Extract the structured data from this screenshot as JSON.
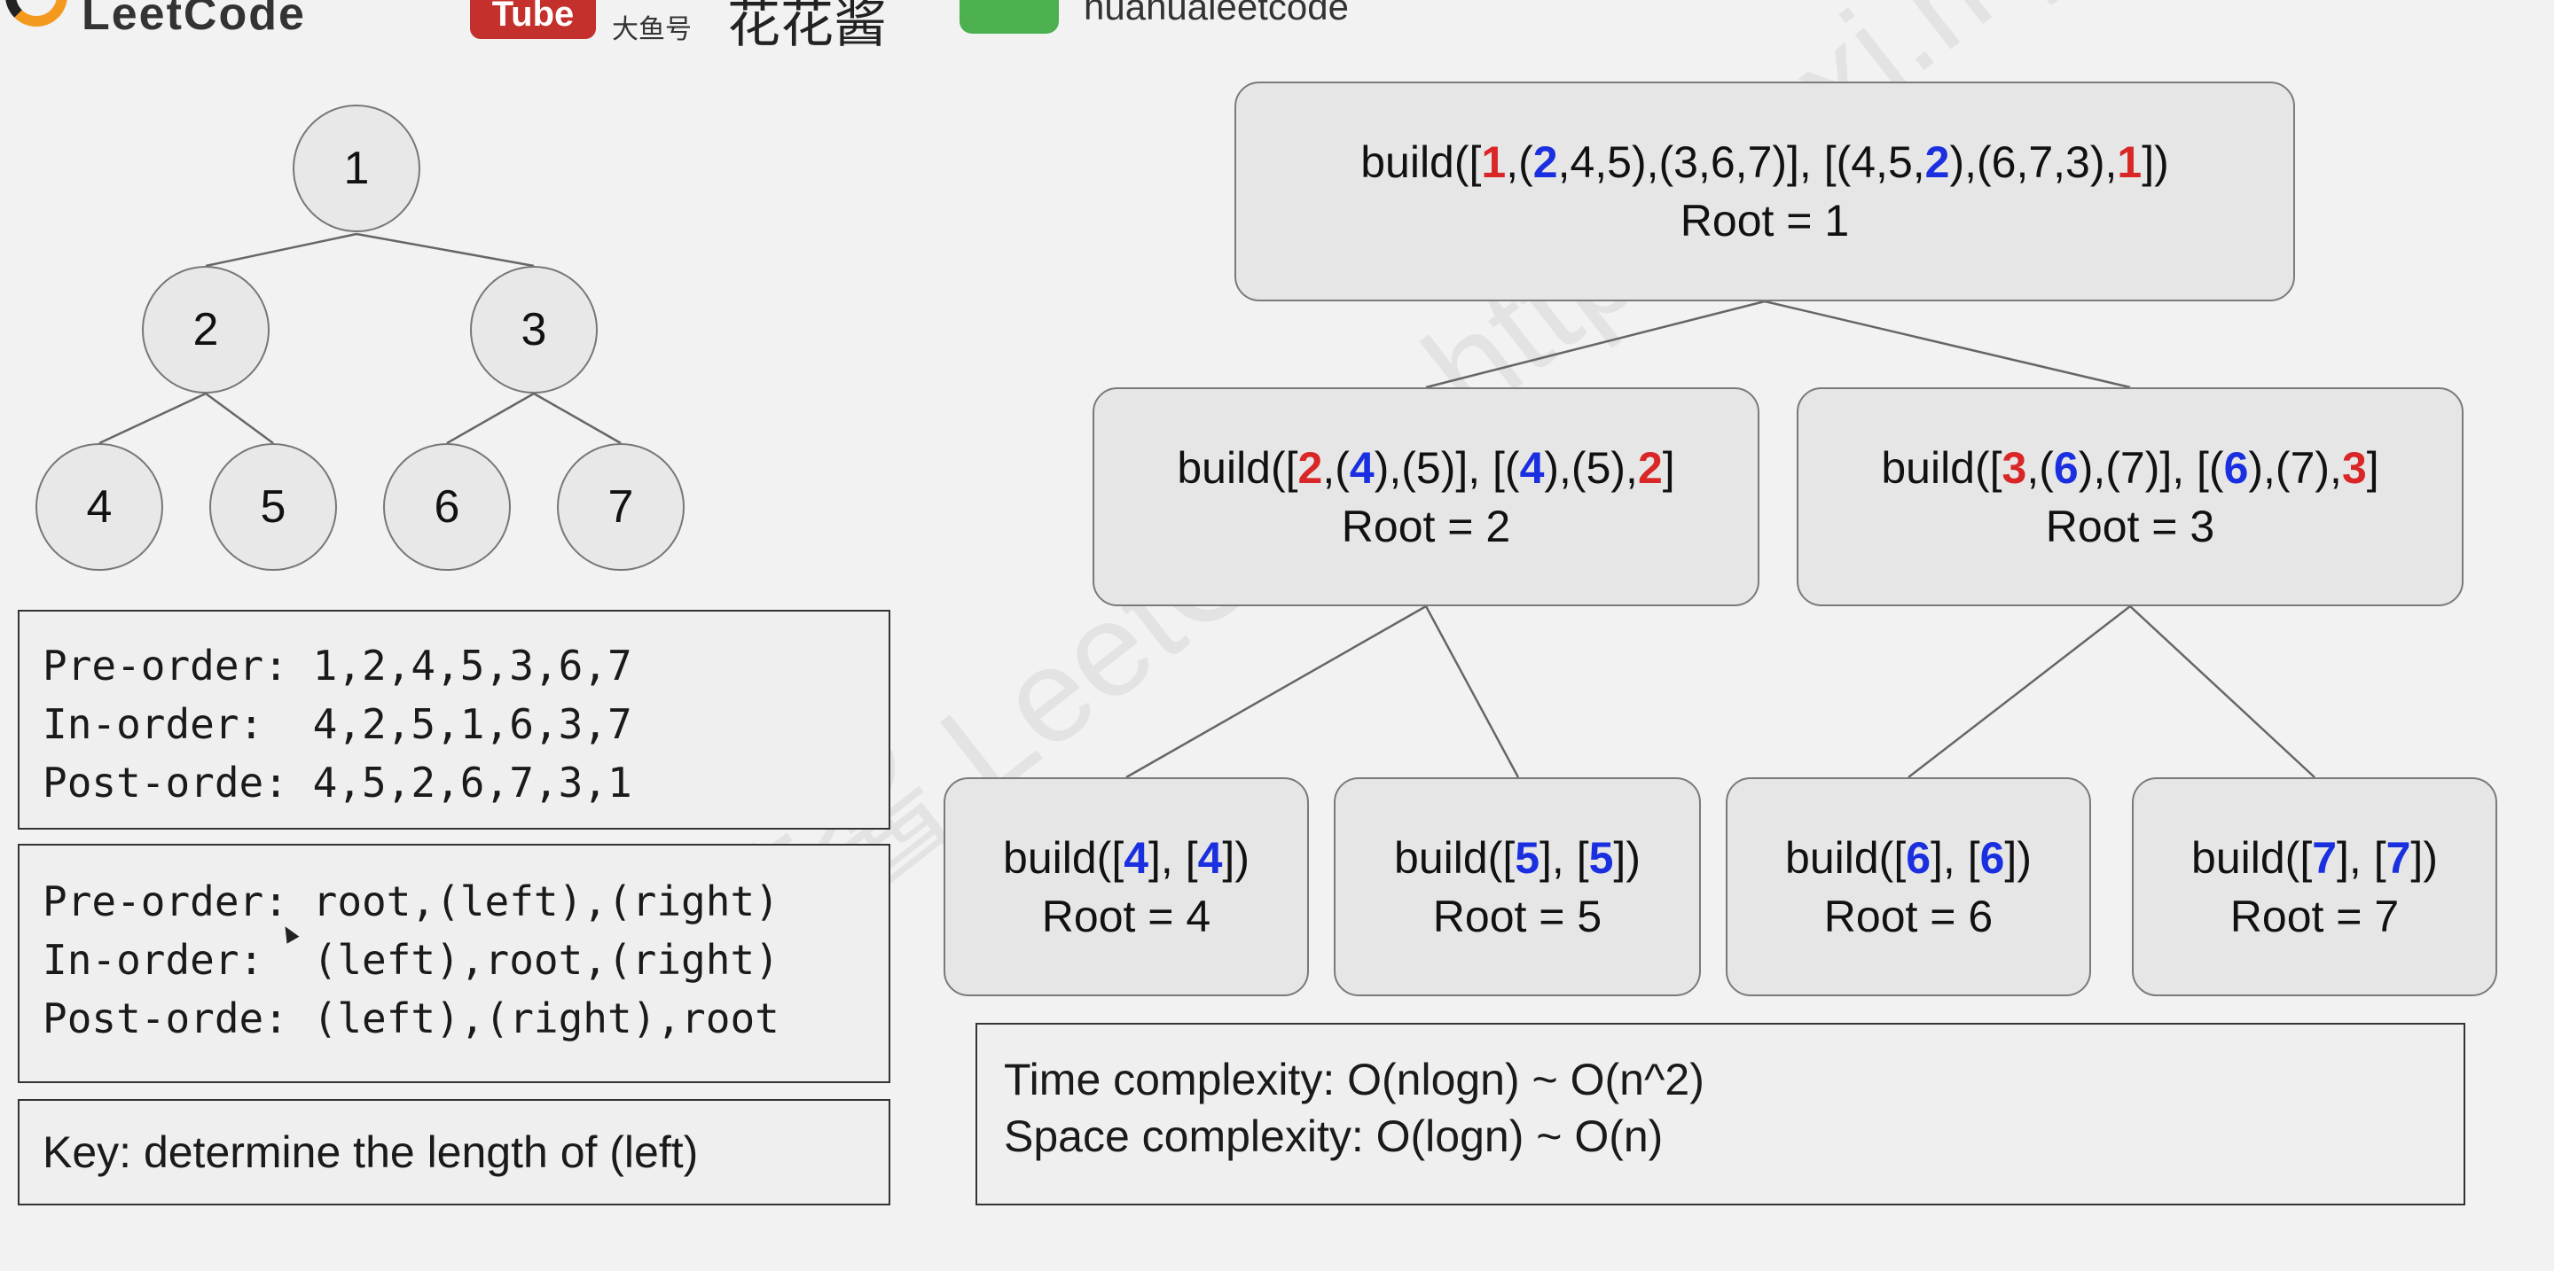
{
  "topbar": {
    "brand": "LeetCode",
    "youtube_label": "Tube",
    "douyu_label": "大鱼号",
    "channel_name": "花花酱",
    "handle": "huahualeetcode"
  },
  "watermark": "花花酱 LeetCode https://zxi.mytechroad.com/blog",
  "tree": {
    "nodes": [
      "1",
      "2",
      "3",
      "4",
      "5",
      "6",
      "7"
    ]
  },
  "traversals": {
    "pre": "Pre-order: 1,2,4,5,3,6,7",
    "in": "In-order:  4,2,5,1,6,3,7",
    "post": "Post-orde: 4,5,2,6,7,3,1"
  },
  "patterns": {
    "pre": "Pre-order: root,(left),(right)",
    "in": "In-order:  (left),root,(right)",
    "post": "Post-orde: (left),(right),root"
  },
  "key_note": "Key: determine the length of (left)",
  "calls": [
    {
      "id": "root",
      "segments": [
        {
          "t": "build([",
          "c": ""
        },
        {
          "t": "1",
          "c": "r"
        },
        {
          "t": ",(",
          "c": ""
        },
        {
          "t": "2",
          "c": "b"
        },
        {
          "t": ",4,5),(3,6,7)], [(4,5,",
          "c": ""
        },
        {
          "t": "2",
          "c": "b"
        },
        {
          "t": "),(6,7,3),",
          "c": ""
        },
        {
          "t": "1",
          "c": "r"
        },
        {
          "t": "])",
          "c": ""
        }
      ],
      "root": "Root = 1"
    },
    {
      "id": "left",
      "segments": [
        {
          "t": "build([",
          "c": ""
        },
        {
          "t": "2",
          "c": "r"
        },
        {
          "t": ",(",
          "c": ""
        },
        {
          "t": "4",
          "c": "b"
        },
        {
          "t": "),(5)], [(",
          "c": ""
        },
        {
          "t": "4",
          "c": "b"
        },
        {
          "t": "),(5),",
          "c": ""
        },
        {
          "t": "2",
          "c": "r"
        },
        {
          "t": "]",
          "c": ""
        }
      ],
      "root": "Root = 2"
    },
    {
      "id": "right",
      "segments": [
        {
          "t": "build([",
          "c": ""
        },
        {
          "t": "3",
          "c": "r"
        },
        {
          "t": ",(",
          "c": ""
        },
        {
          "t": "6",
          "c": "b"
        },
        {
          "t": "),(7)], [(",
          "c": ""
        },
        {
          "t": "6",
          "c": "b"
        },
        {
          "t": "),(7),",
          "c": ""
        },
        {
          "t": "3",
          "c": "r"
        },
        {
          "t": "]",
          "c": ""
        }
      ],
      "root": "Root = 3"
    },
    {
      "id": "leaf4",
      "segments": [
        {
          "t": "build([",
          "c": ""
        },
        {
          "t": "4",
          "c": "b"
        },
        {
          "t": "], [",
          "c": ""
        },
        {
          "t": "4",
          "c": "b"
        },
        {
          "t": "])",
          "c": ""
        }
      ],
      "root": "Root = 4"
    },
    {
      "id": "leaf5",
      "segments": [
        {
          "t": "build([",
          "c": ""
        },
        {
          "t": "5",
          "c": "b"
        },
        {
          "t": "], [",
          "c": ""
        },
        {
          "t": "5",
          "c": "b"
        },
        {
          "t": "])",
          "c": ""
        }
      ],
      "root": "Root = 5"
    },
    {
      "id": "leaf6",
      "segments": [
        {
          "t": "build([",
          "c": ""
        },
        {
          "t": "6",
          "c": "b"
        },
        {
          "t": "], [",
          "c": ""
        },
        {
          "t": "6",
          "c": "b"
        },
        {
          "t": "])",
          "c": ""
        }
      ],
      "root": "Root = 6"
    },
    {
      "id": "leaf7",
      "segments": [
        {
          "t": "build([",
          "c": ""
        },
        {
          "t": "7",
          "c": "b"
        },
        {
          "t": "], [",
          "c": ""
        },
        {
          "t": "7",
          "c": "b"
        },
        {
          "t": "])",
          "c": ""
        }
      ],
      "root": "Root = 7"
    }
  ],
  "complexity": {
    "time": "Time complexity: O(nlogn) ~ O(n^2)",
    "space": "Space complexity: O(logn) ~ O(n)"
  },
  "colors": {
    "root_highlight": "#d92626",
    "child_highlight": "#1a2fe0"
  }
}
